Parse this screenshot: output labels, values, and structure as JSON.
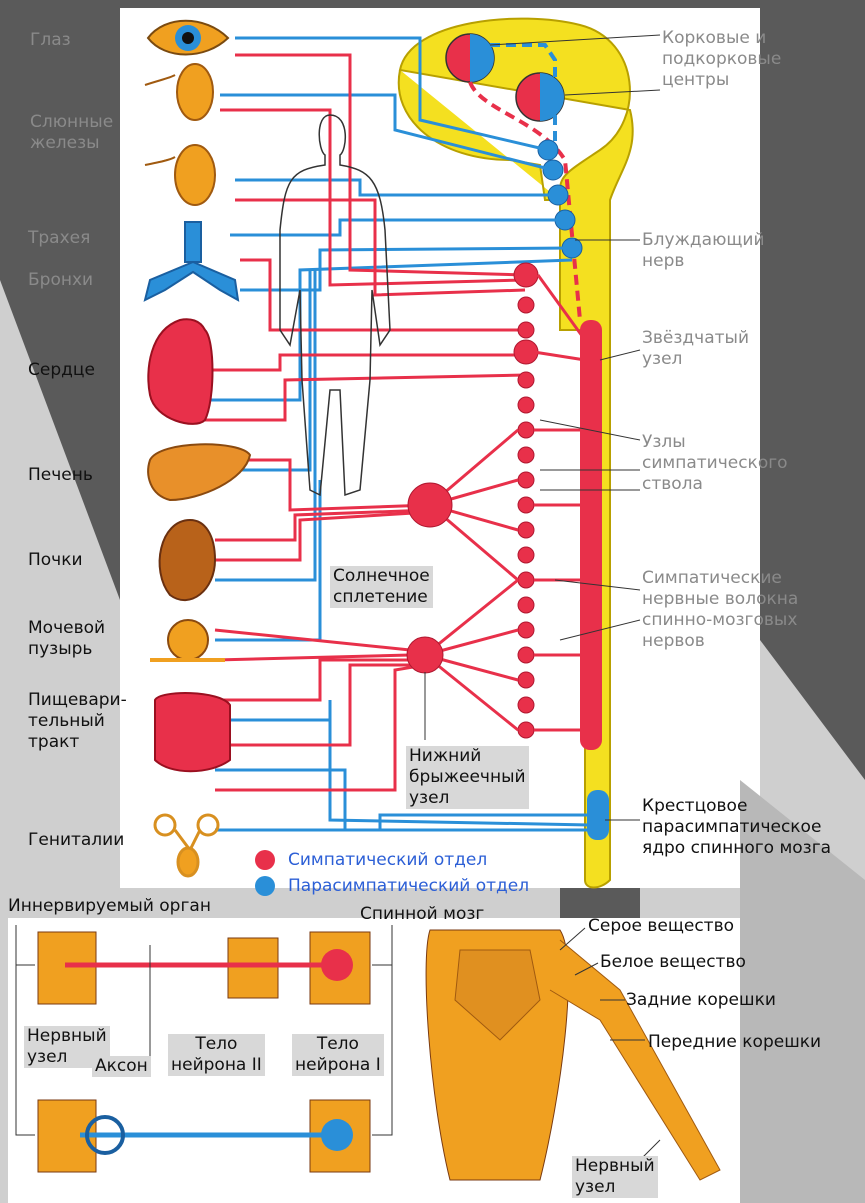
{
  "organs": {
    "eye": "Глаз",
    "salivary": "Слюнные\nжелезы",
    "trachea": "Трахея",
    "bronchi": "Бронхи",
    "heart": "Сердце",
    "liver": "Печень",
    "kidneys": "Почки",
    "bladder": "Мочевой\nпузырь",
    "digestive": "Пищевари-\nтельный\nтракт",
    "genitals": "Гениталии"
  },
  "right_labels": {
    "cortical": "Корковые и\nподкорковые\nцентры",
    "vagus": "Блуждающий\nнерв",
    "stellate": "Звёздчатый\nузел",
    "chain_nodes": "Узлы\nсимпатического\nствола",
    "sympathetic_fibers": "Симпатические\nнервные волокна\nспинно-мозговых\nнервов",
    "sacral": "Крестцовое\nпарасимпатическое\nядро спинного мозга"
  },
  "center_labels": {
    "solar": "Солнечное\nсплетение",
    "mesenteric": "Нижний\nбрыжеечный\nузел"
  },
  "legend": {
    "sympathetic": "Симпатический отдел",
    "parasympathetic": "Парасимпатический отдел"
  },
  "bottom": {
    "innervated_organ": "Иннервируемый орган",
    "spinal_cord": "Спинной мозг",
    "nerve_ganglion": "Нервный\nузел",
    "axon": "Аксон",
    "neuron2": "Тело\nнейрона II",
    "neuron1": "Тело\nнейрона I",
    "grey_matter": "Серое вещество",
    "white_matter": "Белое вещество",
    "dorsal_roots": "Задние корешки",
    "ventral_roots": "Передние корешки",
    "nerve_ganglion2": "Нервный\nузел"
  },
  "colors": {
    "sympathetic": "#e8304a",
    "parasympathetic": "#2a8fd8",
    "cord": "#f4e020",
    "organ": "#f0a020"
  }
}
